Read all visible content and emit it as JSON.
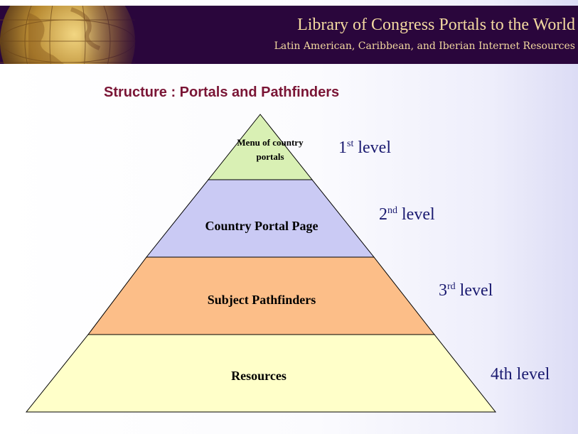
{
  "banner": {
    "title": "Library of Congress Portals to the World",
    "subtitle": "Latin American, Caribbean, and Iberian Internet Resources"
  },
  "slide": {
    "title": "Structure : Portals and Pathfinders"
  },
  "pyramid": {
    "tiers": [
      {
        "label": "Menu of country portals",
        "fill": "#d9f0b4"
      },
      {
        "label": "Country Portal Page",
        "fill": "#cacaf4"
      },
      {
        "label": "Subject Pathfinders",
        "fill": "#fcbe88"
      },
      {
        "label": "Resources",
        "fill": "#ffffc9"
      }
    ],
    "levels": [
      {
        "num": "1",
        "sup": "st",
        "rest": " level"
      },
      {
        "num": "2",
        "sup": "nd",
        "rest": " level"
      },
      {
        "num": "3",
        "sup": "rd",
        "rest": " level"
      },
      {
        "num": "4th level",
        "sup": "",
        "rest": ""
      }
    ]
  },
  "colors": {
    "banner_bg": "#2a063c",
    "banner_text": "#f3d9a0",
    "slide_title": "#7a1535",
    "level_text": "#1a1a70"
  }
}
